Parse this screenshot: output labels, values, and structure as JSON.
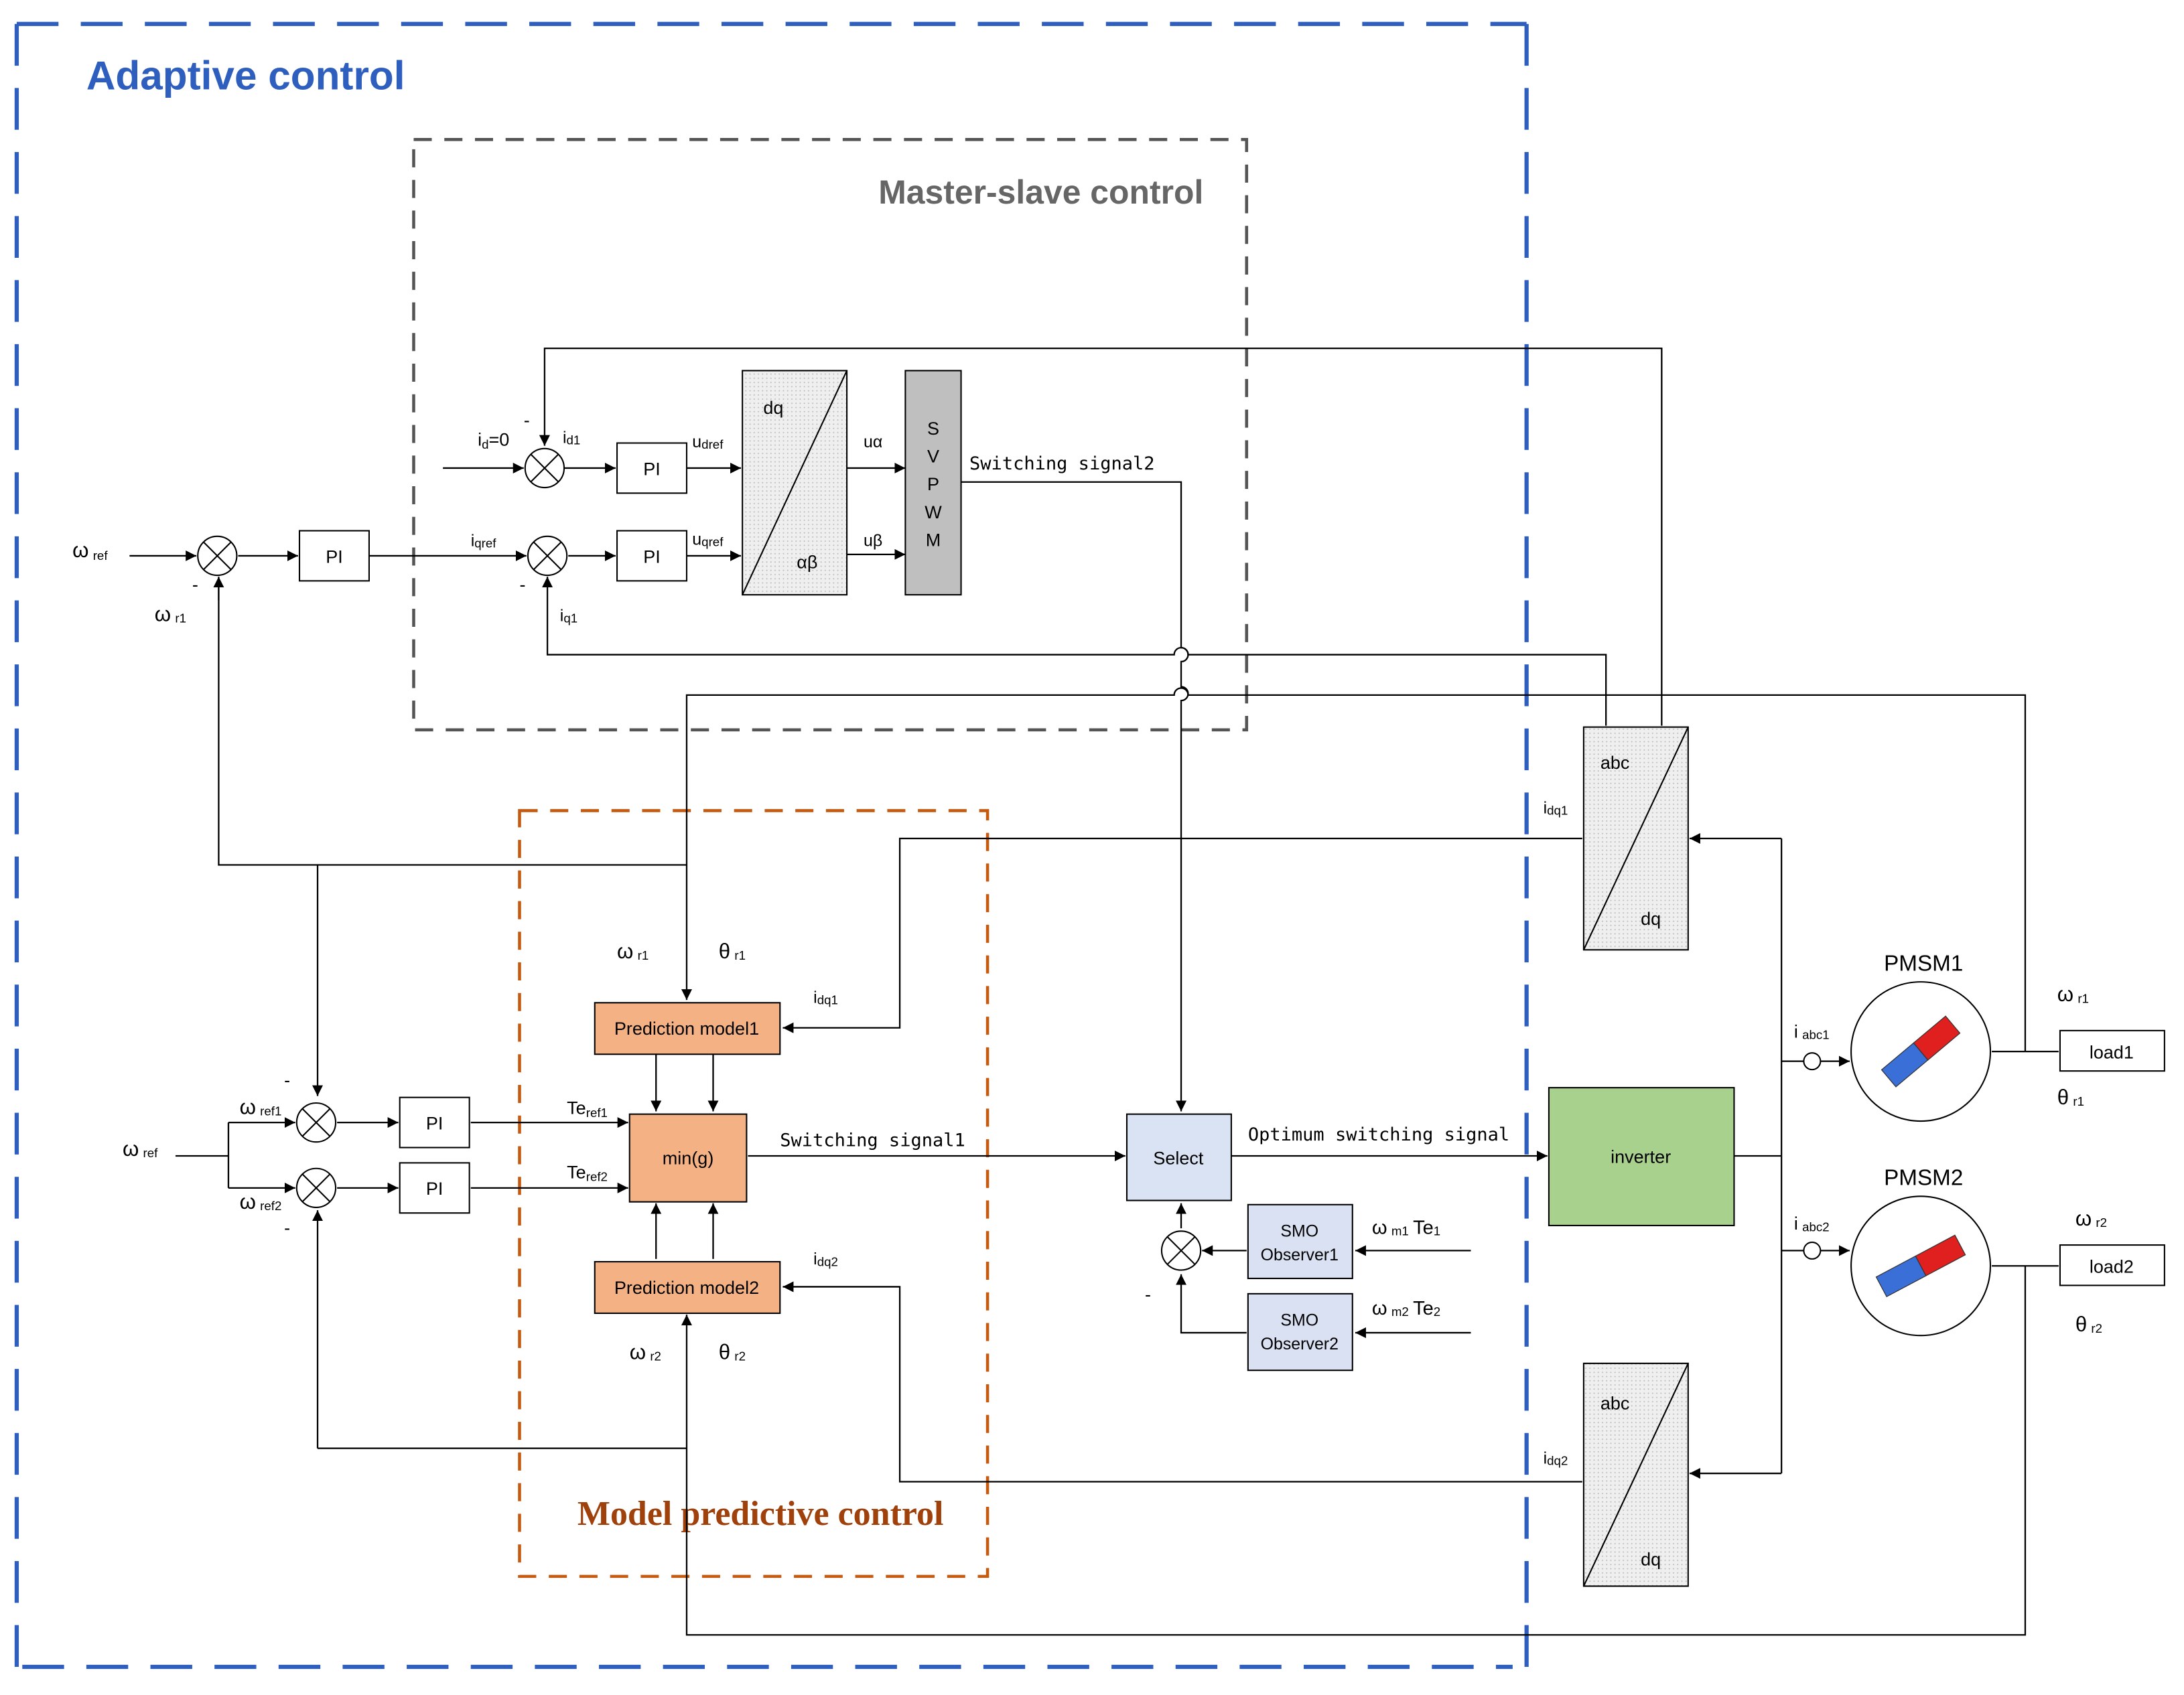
{
  "regions": {
    "adaptive": {
      "title": "Adaptive control",
      "color": "#2e5fbf"
    },
    "master_slave": {
      "title": "Master-slave control",
      "color": "#555555"
    },
    "mpc": {
      "title": "Model predictive control",
      "color": "#c55a11"
    }
  },
  "blocks": {
    "pi_speed": "PI",
    "pi_d": "PI",
    "pi_q": "PI",
    "pi_1": "PI",
    "pi_2": "PI",
    "dq_ab": {
      "top": "dq",
      "bottom": "αβ"
    },
    "svpwm": [
      "S",
      "V",
      "P",
      "W",
      "M"
    ],
    "prediction_model1": "Prediction model1",
    "prediction_model2": "Prediction model2",
    "min_g": "min(g)",
    "select": "Select",
    "smo_observer1": [
      "SMO",
      "Observer1"
    ],
    "smo_observer2": [
      "SMO",
      "Observer2"
    ],
    "inverter": "inverter",
    "abc_dq1": {
      "top": "abc",
      "bottom": "dq"
    },
    "abc_dq2": {
      "top": "abc",
      "bottom": "dq"
    },
    "pmsm1": "PMSM1",
    "pmsm2": "PMSM2",
    "load1": "load1",
    "load2": "load2"
  },
  "signals": {
    "omega_ref_top": {
      "main": "ω",
      "sub": "ref"
    },
    "omega_r1_fb": {
      "main": "ω",
      "sub": "r1"
    },
    "id0": {
      "main": "i",
      "sub": "d",
      "tail": "=0"
    },
    "id1": {
      "main": "i",
      "sub": "d1"
    },
    "iq1": {
      "main": "i",
      "sub": "q1"
    },
    "iqref": {
      "main": "i",
      "sub": "qref"
    },
    "udref": {
      "main": "u",
      "sub": "dref"
    },
    "uqref": {
      "main": "u",
      "sub": "qref"
    },
    "u_alpha": "uα",
    "u_beta": "uβ",
    "switching_signal2": "Switching signal2",
    "switching_signal1": "Switching signal1",
    "optimum_switching_signal": "Optimum switching signal",
    "omega_ref_bottom": {
      "main": "ω",
      "sub": "ref"
    },
    "omega_ref1": {
      "main": "ω",
      "sub": "ref1"
    },
    "omega_ref2": {
      "main": "ω",
      "sub": "ref2"
    },
    "teref1": {
      "main": "Te",
      "sub": "ref1"
    },
    "teref2": {
      "main": "Te",
      "sub": "ref2"
    },
    "omega_r1_mpc": {
      "main": "ω",
      "sub": "r1"
    },
    "theta_r1_mpc": {
      "main": "θ",
      "sub": "r1"
    },
    "omega_r2_mpc": {
      "main": "ω",
      "sub": "r2"
    },
    "theta_r2_mpc": {
      "main": "θ",
      "sub": "r2"
    },
    "idq1_pred": {
      "main": "i",
      "sub": "dq1"
    },
    "idq2_pred": {
      "main": "i",
      "sub": "dq2"
    },
    "idq1_conv": {
      "main": "i",
      "sub": "dq1"
    },
    "idq2_conv": {
      "main": "i",
      "sub": "dq2"
    },
    "smo1_in": {
      "main": "ω",
      "sub": "m1",
      "tail": "Te",
      "tail_sub": "1"
    },
    "smo2_in": {
      "main": "ω",
      "sub": "m2",
      "tail": "Te",
      "tail_sub": "2"
    },
    "iabc1": {
      "main": "i",
      "sub": "abc1"
    },
    "iabc2": {
      "main": "i",
      "sub": "abc2"
    },
    "omega_r1_out": {
      "main": "ω",
      "sub": "r1"
    },
    "theta_r1_out": {
      "main": "θ",
      "sub": "r1"
    },
    "omega_r2_out": {
      "main": "ω",
      "sub": "r2"
    },
    "theta_r2_out": {
      "main": "θ",
      "sub": "r2"
    },
    "minus": "-"
  },
  "colors": {
    "mpc_block": "#f4b183",
    "smo_block": "#d9e1f2",
    "select_block": "#dae3f3",
    "inverter_block": "#a9d18e",
    "svpwm_block": "#bfbfbf",
    "converter_block": "#ededed",
    "magnet_red": "#e01f1f",
    "magnet_blue": "#3a6fd8"
  }
}
